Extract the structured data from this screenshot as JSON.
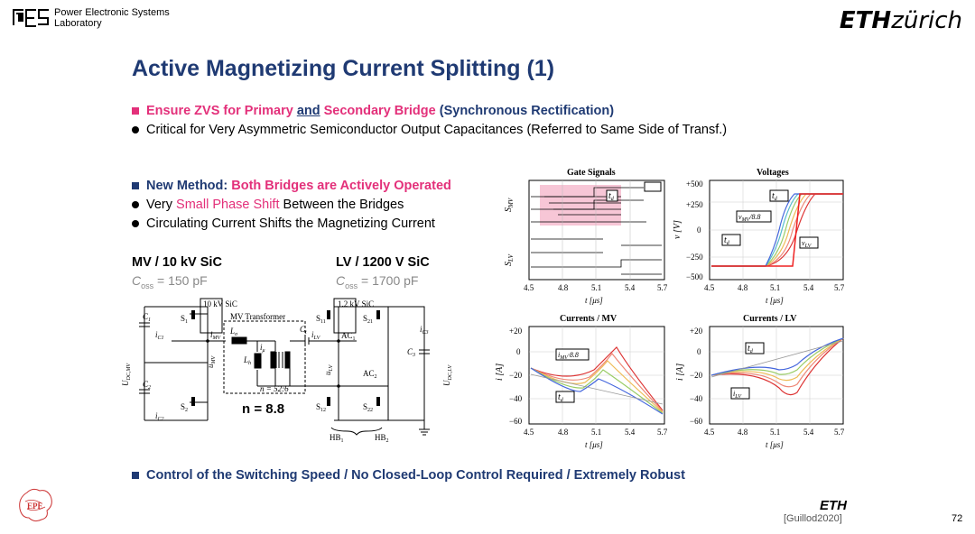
{
  "header": {
    "lab_line1": "Power Electronic Systems",
    "lab_line2": "Laboratory",
    "eth_bold": "ETH",
    "eth_rest": "zürich"
  },
  "title": "Active Magnetizing Current Splitting (1)",
  "bullets_top": {
    "line1": {
      "a": "Ensure ZVS for Primary ",
      "b": "and",
      "c": " Secondary Bridge ",
      "d": "(Synchronous Rectification)"
    },
    "line2": "Critical for Very Asymmetric Semiconductor Output Capacitances (Referred to Same Side of Transf.)"
  },
  "bullets_mid": {
    "line1": {
      "a": "New Method: ",
      "b": "Both Bridges are Actively Operated"
    },
    "line2": {
      "a": "Very ",
      "b": "Small Phase Shift",
      "c": " Between the Bridges"
    },
    "line3": "Circulating Current Shifts the Magnetizing Current"
  },
  "mv": {
    "header": "MV / 10 kV SiC",
    "coss_sym": "C",
    "coss_sub": "oss",
    "coss_val": " = 150 pF"
  },
  "lv": {
    "header": "LV / 1200 V SiC",
    "coss_sym": "C",
    "coss_sub": "oss",
    "coss_val": " = 1700 pF"
  },
  "circuit": {
    "mv_sic": "10 kV SiC",
    "lv_sic": "1.2 kV SiC",
    "transformer": "MV Transformer",
    "ratio": "n = 52:6",
    "C1": "C",
    "C1s": "1",
    "C2": "C",
    "C2s": "2",
    "C3": "C",
    "C3s": "3",
    "Ct": "C",
    "Cts": "t",
    "S1": "S",
    "S1s": "1",
    "S2": "S",
    "S2s": "2",
    "S11": "S",
    "S11s": "11",
    "S12": "S",
    "S12s": "12",
    "S21": "S",
    "S21s": "21",
    "S22": "S",
    "S22s": "22",
    "Ls": "L",
    "Lss": "σ",
    "Lh": "L",
    "Lhs": "h",
    "iu": "i",
    "ius": "μ",
    "iMV": "i",
    "iMVs": "MV",
    "iLV": "i",
    "iLVs": "LV",
    "uMV": "u",
    "uMVs": "MV",
    "uLV": "u",
    "uLVs": "LV",
    "iC1": "i",
    "iC1s": "C1",
    "iC2": "i",
    "iC2s": "C2",
    "iC3": "i",
    "iC3s": "C3",
    "AC1": "AC",
    "AC1s": "1",
    "AC2": "AC",
    "AC2s": "2",
    "UDCMV": "U",
    "UDCMVs": "DC,MV",
    "UDCLV": "U",
    "UDCLVs": "DC,LV",
    "HB1": "HB",
    "HB1s": "1",
    "HB2": "HB",
    "HB2s": "2"
  },
  "n_label": "n = 8.8",
  "plots": {
    "gate_title": "Gate Signals",
    "volt_title": "Voltages",
    "cmv_title": "Currents / MV",
    "clv_title": "Currents / LV",
    "x_ticks": [
      "4.5",
      "4.8",
      "5.1",
      "5.4",
      "5.7"
    ],
    "x_label": "t [μs]",
    "gate_ylabel_mv": "S",
    "gate_ylabel_mv_sub": "MV",
    "gate_ylabel_lv": "S",
    "gate_ylabel_lv_sub": "LV",
    "volt_yticks": [
      "+500",
      "+250",
      "0",
      "−250",
      "−500"
    ],
    "volt_ylabel": "v [V]",
    "cur_yticks": [
      "+20",
      "0",
      "−20",
      "−40",
      "−60"
    ],
    "cur_ylabel": "i [A]",
    "ann_td": "t",
    "ann_td_sub": "d",
    "ann_vmv": "v",
    "ann_vmv_sub": "MV",
    "ann_vmv_tail": "/8.8",
    "ann_vlv": "v",
    "ann_vlv_sub": "LV",
    "ann_imv": "i",
    "ann_imv_sub": "MV",
    "ann_imv_tail": "·8.8",
    "ann_ilv": "i",
    "ann_ilv_sub": "LV"
  },
  "bottom_bullet": "Control of the Switching Speed / No Closed-Loop Control Required / Extremely Robust",
  "footer": {
    "reference": "[Guillod2020]",
    "page": "72",
    "eth_small": "ETH",
    "logo_text": "EPE"
  },
  "colors": {
    "navy": "#1f3a73",
    "pink": "#e3307a",
    "gray": "#888888"
  }
}
